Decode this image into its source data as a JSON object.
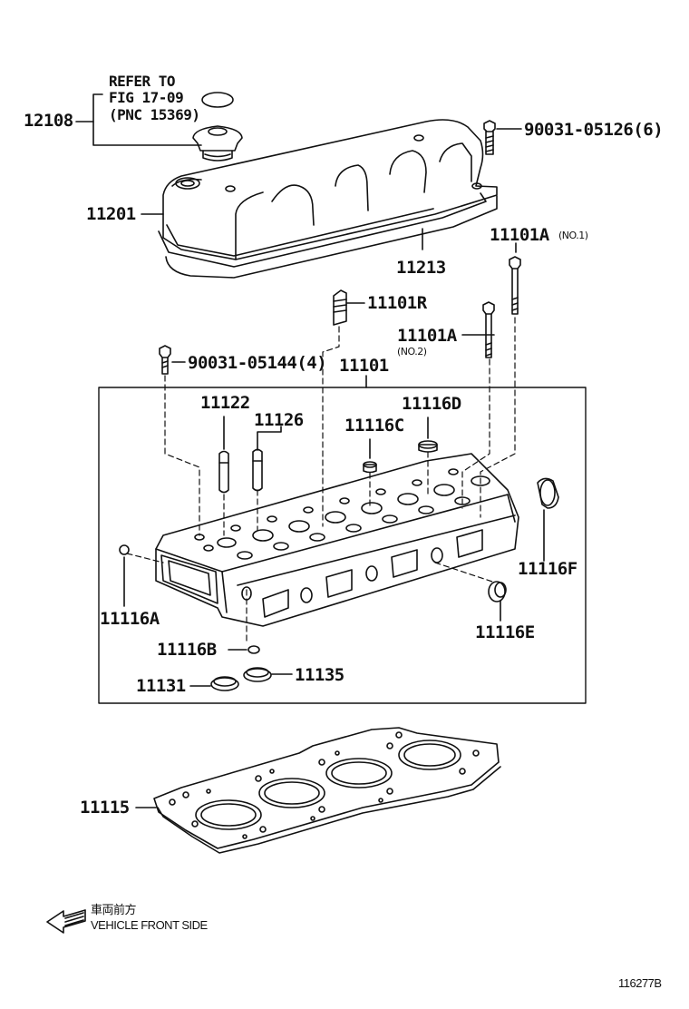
{
  "diagram": {
    "refer_note": [
      "REFER TO",
      "FIG 17-09",
      "(PNC 15369)"
    ],
    "parts": {
      "p12108": "12108",
      "p90031_05126": "90031-05126(6)",
      "p11201": "11201",
      "p11213": "11213",
      "p11101A_no1": "11101A",
      "p11101A_no1_note": "(NO.1)",
      "p11101R": "11101R",
      "p11101A_no2": "11101A",
      "p11101A_no2_note": "(NO.2)",
      "p90031_05144": "90031-05144(4)",
      "p11101": "11101",
      "p11122": "11122",
      "p11126": "11126",
      "p11116D": "11116D",
      "p11116C": "11116C",
      "p11116F": "11116F",
      "p11116A": "11116A",
      "p11116E": "11116E",
      "p11116B": "11116B",
      "p11131": "11131",
      "p11135": "11135",
      "p11115": "11115"
    },
    "front_label_jp": "車両前方",
    "front_label_en": "VEHICLE FRONT SIDE",
    "figure_id": "116277B"
  }
}
